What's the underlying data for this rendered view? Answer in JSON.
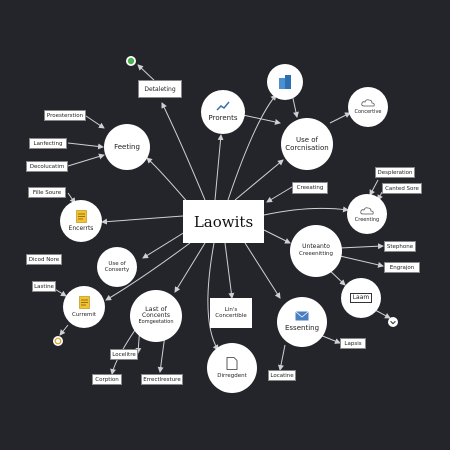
{
  "center": "Laowits",
  "nodes": {
    "feeting": "Feeting",
    "prorents": "Prorents",
    "use_of_corcnisation": [
      "Use of",
      "Corcnisation"
    ],
    "concertive": "Concertive",
    "creenting": "Creenting",
    "encerrts": "Encerrts",
    "use_of_conserty": [
      "Use of",
      "Conserty"
    ],
    "unteanto": [
      "Unteanto",
      "Creeenitting"
    ],
    "curremit": "Curremit",
    "last_of_concents": [
      "Last of",
      "Concents",
      "Eomgeetation"
    ],
    "lins_concertible": [
      "Lin's",
      "Concertible"
    ],
    "essenting": "Essenting",
    "laam": "Laam",
    "dirregdent": "Dirregdent"
  },
  "labels": {
    "detaleting": "Detaleting",
    "proesterstion": "Proesterstion",
    "lanfecting": "Lanfecting",
    "decolucatim": "Decolucatim",
    "file_soure": "Fille Soure",
    "dicod_nore": "Dicod Nore",
    "lastine": "Lastine",
    "creeating": "Creeating",
    "despleration": "Despleration",
    "canted_sore": "Canted Sore",
    "stephone": "Stephone",
    "engeajon": "Engrajon",
    "lapsis": "Lapsis",
    "locatine": "Locatine",
    "loceliro": "Locelitre",
    "corption": "Corption",
    "errectlresture": "Errectlresture"
  }
}
